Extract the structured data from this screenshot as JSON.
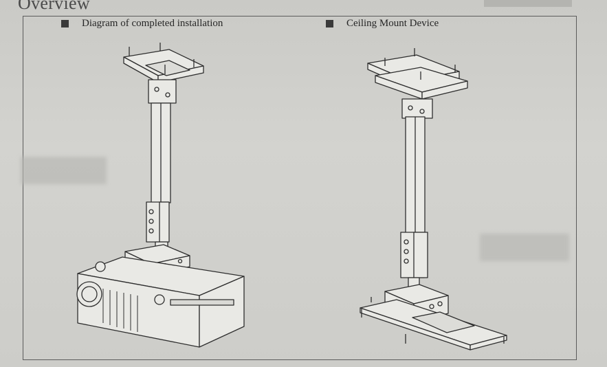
{
  "page": {
    "heading": "Overview"
  },
  "labels": {
    "left": "Diagram of completed installation",
    "right": "Ceiling Mount Device"
  }
}
